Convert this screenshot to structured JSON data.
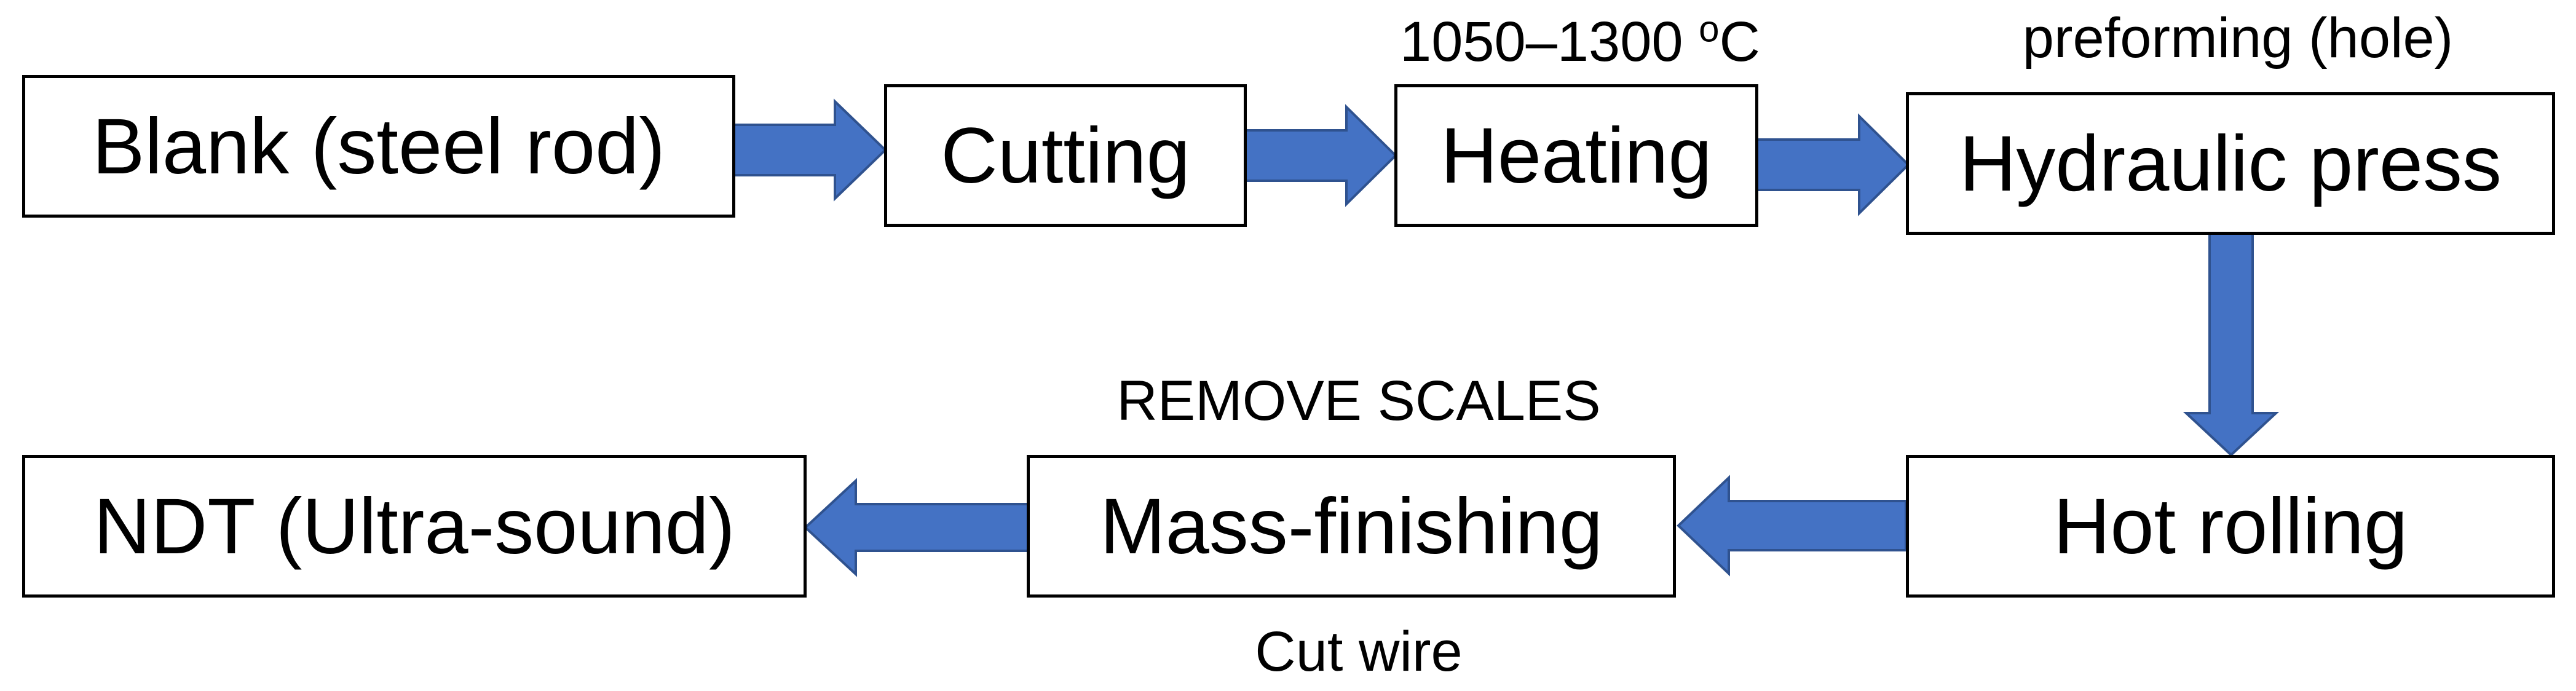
{
  "diagram": {
    "nodes": {
      "blank": "Blank (steel rod)",
      "cutting": "Cutting",
      "heating": "Heating",
      "hydraulic_press": "Hydraulic press",
      "hot_rolling": "Hot rolling",
      "mass_finishing": "Mass-finishing",
      "ndt": "NDT (Ultra-sound)"
    },
    "annotations": {
      "heating_temperature": "1050–1300",
      "heating_temperature_unit_sup": "o",
      "heating_temperature_unit": "C",
      "press_note": "preforming (hole)",
      "mass_finishing_above": "REMOVE SCALES",
      "mass_finishing_below": "Cut wire"
    },
    "colors": {
      "arrow_fill": "#4472c4",
      "arrow_stroke": "#2f528f",
      "box_border": "#000000"
    }
  }
}
